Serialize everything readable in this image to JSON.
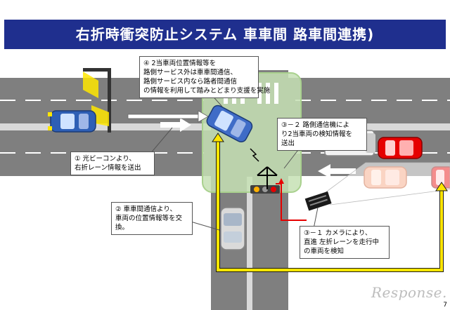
{
  "title": "右折時衝突防止システム 車車間 路車間連携)",
  "callouts": {
    "c4": [
      "④ 2当車両位置情報等を",
      "路側サービス外は車車間通信、",
      "路側サービス内なら路者間通信",
      "の情報を利用して踏みとどまり支援を実施"
    ],
    "c32": [
      "③－２ 路側通信機によ",
      "り2当車両の検知情報を",
      "送出"
    ],
    "c1": [
      "① 光ビーコンより、",
      "右折レーン情報を送出"
    ],
    "c2": [
      "② 車車間通信より、",
      "車両の位置情報等を交",
      "換。"
    ],
    "c31": [
      "③－１ カメラにより、",
      "直進 左折レーンを走行中",
      "の車両を検知"
    ]
  },
  "page_number": "7",
  "watermark": "Response.",
  "colors": {
    "title_bg": "#1f2f8e",
    "road": "#7f7f7f",
    "intersection_highlight": "#c6e0b4",
    "path_yellow": "#ffe600",
    "signal_red": "#e60000"
  }
}
